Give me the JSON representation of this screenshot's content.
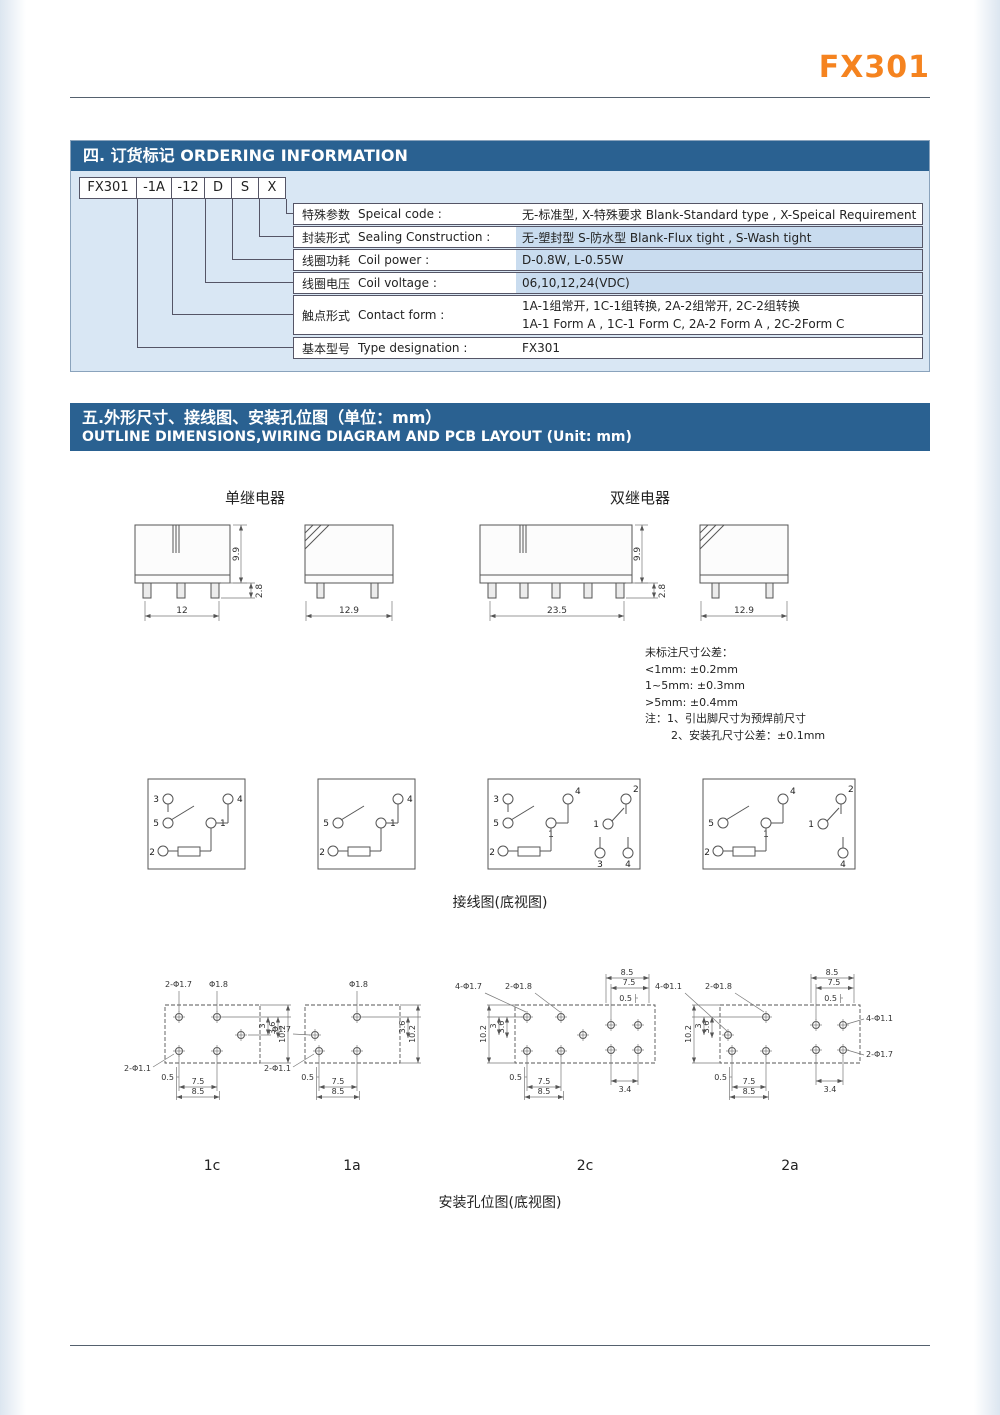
{
  "page": {
    "brand": "FX301",
    "accent_color": "#f5831f",
    "header_color": "#2a6191"
  },
  "ordering": {
    "title": "四. 订货标记 ORDERING INFORMATION",
    "code_cells": [
      "FX301",
      "-1A",
      "-12",
      "D",
      "S",
      "X"
    ],
    "rows": [
      {
        "cn": "特殊参数",
        "en": "Speical code :",
        "value": "无-标准型, X-特殊要求  Blank-Standard type , X-Speical Requirement"
      },
      {
        "cn": "封装形式",
        "en": "Sealing Construction :",
        "value": "无-塑封型 S-防水型  Blank-Flux tight , S-Wash tight"
      },
      {
        "cn": "线圈功耗",
        "en": "Coil power :",
        "value": "D-0.8W, L-0.55W"
      },
      {
        "cn": "线圈电压",
        "en": "Coil voltage :",
        "value": "06,10,12,24(VDC)"
      },
      {
        "cn": "触点形式",
        "en": "Contact form :",
        "value_line1": "1A-1组常开, 1C-1组转换, 2A-2组常开, 2C-2组转换",
        "value_line2": "1A-1 Form A , 1C-1 Form C, 2A-2 Form A , 2C-2Form C"
      },
      {
        "cn": "基本型号",
        "en": "Type designation :",
        "value": "FX301"
      }
    ]
  },
  "outline": {
    "title_cn": "五.外形尺寸、接线图、安装孔位图（单位：mm）",
    "title_en": "OUTLINE DIMENSIONS,WIRING DIAGRAM AND PCB LAYOUT (Unit: mm)",
    "single_relay_label": "单继电器",
    "double_relay_label": "双继电器",
    "dims": {
      "single_front_width": "12",
      "single_height": "9.9",
      "single_pin": "2.8",
      "single_side_width": "12.9",
      "double_front_width": "23.5",
      "double_height": "9.9",
      "double_pin": "2.8",
      "double_side_width": "12.9"
    },
    "tolerance_notes": [
      "未标注尺寸公差：",
      "<1mm:  ±0.2mm",
      "1~5mm:  ±0.3mm",
      ">5mm:  ±0.4mm",
      "注：1、引出脚尺寸为预焊前尺寸",
      "2、安装孔尺寸公差：±0.1mm"
    ]
  },
  "wiring": {
    "caption": "接线图(底视图)",
    "d1": {
      "pins": [
        "3",
        "4",
        "5",
        "1",
        "2"
      ]
    },
    "d2": {
      "pins": [
        "4",
        "5",
        "1",
        "2"
      ]
    },
    "d3": {
      "left_pins": [
        "3",
        "4",
        "5",
        "1",
        "2"
      ],
      "right_pins": [
        "2",
        "1",
        "3",
        "4"
      ]
    },
    "d4": {
      "left_pins": [
        "4",
        "5",
        "1",
        "2"
      ],
      "right_pins": [
        "2",
        "1",
        "4"
      ]
    }
  },
  "pcb": {
    "caption": "安装孔位图(底视图)",
    "layouts": [
      {
        "label": "1c",
        "ann1": "2-Φ1.7",
        "ann2": "Φ1.8",
        "ann3": "2-Φ1.1",
        "dim_bottom": [
          "0.5",
          "7.5",
          "8.5"
        ],
        "dim_side": [
          "3",
          "3.6",
          "10.2"
        ]
      },
      {
        "label": "1a",
        "ann1": "Φ1.8",
        "ann2": "Φ1.7",
        "ann3": "2-Φ1.1",
        "dim_bottom": [
          "0.5",
          "7.5",
          "8.5"
        ],
        "dim_side": [
          "3.6",
          "10.2"
        ]
      },
      {
        "label": "2c",
        "ann1": "4-Φ1.7",
        "ann2": "2-Φ1.8",
        "dim_top": [
          "8.5",
          "7.5",
          "0.5"
        ],
        "dim_side": [
          "3.6",
          "3",
          "10.2"
        ],
        "dim_bottom": [
          "0.5",
          "7.5",
          "8.5"
        ],
        "dim_bottom_right": "3.4"
      },
      {
        "label": "2a",
        "ann_top_left": "4-Φ1.1",
        "ann_top": "2-Φ1.8",
        "ann_right_top": "4-Φ1.1",
        "ann_right_bottom": "2-Φ1.7",
        "dim_top": [
          "8.5",
          "7.5",
          "0.5"
        ],
        "dim_side": [
          "3.6",
          "3",
          "10.2"
        ],
        "dim_bottom": [
          "0.5",
          "7.5",
          "8.5"
        ],
        "dim_bottom_right": "3.4"
      }
    ]
  }
}
